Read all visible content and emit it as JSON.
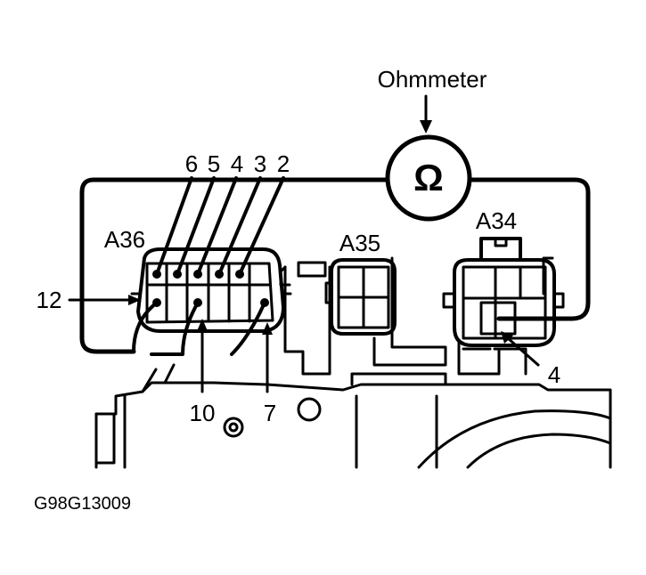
{
  "meter": {
    "label": "Ohmmeter",
    "symbol": "Ω"
  },
  "connectors": {
    "a36": "A36",
    "a35": "A35",
    "a34": "A34"
  },
  "pins": {
    "p6": "6",
    "p5": "5",
    "p4": "4",
    "p3": "3",
    "p2": "2",
    "p12": "12",
    "p10": "10",
    "p7": "7",
    "a34_p4": "4"
  },
  "figure_id": "G98G13009"
}
